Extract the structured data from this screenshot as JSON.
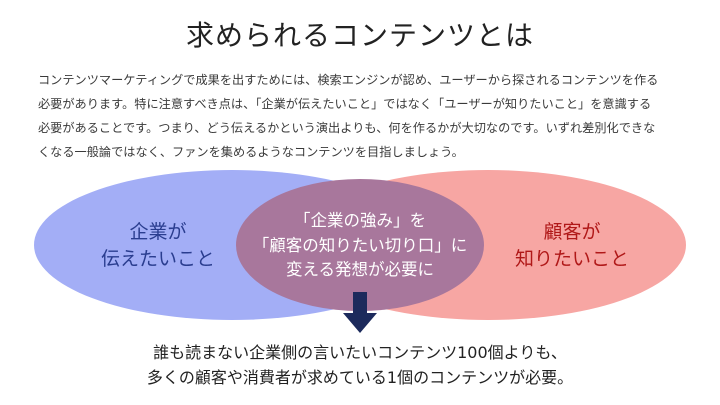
{
  "title": "求められるコンテンツとは",
  "body_lines": [
    "コンテンツマーケティングで成果を出すためには、検索エンジンが認め、ユーザーから探されるコンテンツを作る",
    "必要があります。特に注意すべき点は、「企業が伝えたいこと」ではなく「ユーザーが知りたいこと」を意識する",
    "必要があることです。つまり、どう伝えるかという演出よりも、何を作るかが大切なのです。いずれ差別化できな",
    "くなる一般論ではなく、ファンを集めるようなコンテンツを目指しましょう。"
  ],
  "venn": {
    "left": {
      "lines": [
        "企業が",
        "伝えたいこと"
      ],
      "fill": "#a3aef6",
      "text_color": "#2a3d8f"
    },
    "right": {
      "lines": [
        "顧客が",
        "知りたいこと"
      ],
      "fill": "#f7a6a3",
      "text_color": "#b01818"
    },
    "overlap": {
      "lines": [
        "「企業の強み」を",
        "「顧客の知りたい切り口」に",
        "変える発想が必要に"
      ],
      "fill": "#a8779c",
      "text_color": "#ffffff"
    }
  },
  "arrow_color": "#1c2a5c",
  "conclusion_lines": [
    "誰も読まない企業側の言いたいコンテンツ100個よりも、",
    "多くの顧客や消費者が求めている1個のコンテンツが必要。"
  ]
}
